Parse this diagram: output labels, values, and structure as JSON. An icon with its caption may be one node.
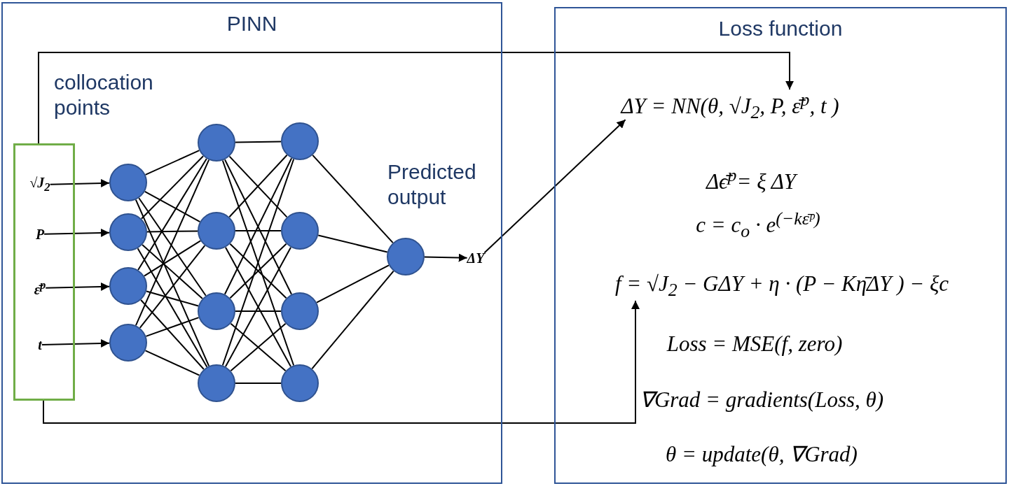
{
  "diagram": {
    "nodes": [
      {
        "text": [
          "PINN"
        ]
      },
      {
        "text": [
          "Loss function"
        ]
      },
      {
        "text": [
          "collocation points"
        ],
        "in": 0
      },
      {
        "text": [
          "√J$_{2}$"
        ],
        "in": 2
      },
      {
        "text": [
          "P"
        ],
        "in": 2
      },
      {
        "text": [
          "ε̄$^{p}$"
        ],
        "in": 2
      },
      {
        "text": [
          "t"
        ],
        "in": 2
      },
      {
        "text": [],
        "shape": "circle",
        "in": 0
      },
      {
        "text": [],
        "shape": "circle",
        "in": 0
      },
      {
        "text": [],
        "shape": "circle",
        "in": 0
      },
      {
        "text": [],
        "shape": "circle",
        "in": 0
      },
      {
        "text": [],
        "shape": "circle",
        "in": 0
      },
      {
        "text": [],
        "shape": "circle",
        "in": 0
      },
      {
        "text": [],
        "shape": "circle",
        "in": 0
      },
      {
        "text": [],
        "shape": "circle",
        "in": 0
      },
      {
        "text": [],
        "shape": "circle",
        "in": 0
      },
      {
        "text": [],
        "shape": "circle",
        "in": 0
      },
      {
        "text": [],
        "shape": "circle",
        "in": 0
      },
      {
        "text": [],
        "shape": "circle",
        "in": 0
      },
      {
        "text": [],
        "shape": "circle",
        "in": 0,
        "beside": [
          "Predicted output"
        ]
      },
      {
        "text": [
          "ΔY"
        ],
        "in": 0
      },
      {
        "text": [
          "ΔY = NN(θ, √J$_{2}$, P, ε̄$^{p}$, t )"
        ],
        "in": 1
      },
      {
        "text": [
          "Δϵ̄$^{p}$= ξ ΔY"
        ],
        "in": 1
      },
      {
        "text": [
          "c = c$_{o}$ · e$^{(−kε̄ᵖ)}$"
        ],
        "in": 1
      },
      {
        "text": [
          "f = √J$_{2}$ − GΔY + η · (P − Kη̄ΔY ) − ξc"
        ],
        "in": 1
      },
      {
        "text": [
          "Loss = MSE(f, zero)"
        ],
        "in": 1
      },
      {
        "text": [
          "∇Grad = gradients(Loss, θ)"
        ],
        "in": 1
      },
      {
        "text": [
          "θ = update(θ, ∇Grad)"
        ],
        "in": 1
      }
    ],
    "edges": [
      {
        "from": 3,
        "to": 7,
        "arrow": "to"
      },
      {
        "from": 4,
        "to": 8,
        "arrow": "to"
      },
      {
        "from": 5,
        "to": 9,
        "arrow": "to"
      },
      {
        "from": 6,
        "to": 10,
        "arrow": "to"
      },
      {
        "from": 7,
        "to": 11,
        "arrow": "none"
      },
      {
        "from": 7,
        "to": 12,
        "arrow": "none"
      },
      {
        "from": 7,
        "to": 13,
        "arrow": "none"
      },
      {
        "from": 7,
        "to": 14,
        "arrow": "none"
      },
      {
        "from": 8,
        "to": 11,
        "arrow": "none"
      },
      {
        "from": 8,
        "to": 12,
        "arrow": "none"
      },
      {
        "from": 8,
        "to": 13,
        "arrow": "none"
      },
      {
        "from": 8,
        "to": 14,
        "arrow": "none"
      },
      {
        "from": 9,
        "to": 11,
        "arrow": "none"
      },
      {
        "from": 9,
        "to": 12,
        "arrow": "none"
      },
      {
        "from": 9,
        "to": 13,
        "arrow": "none"
      },
      {
        "from": 9,
        "to": 14,
        "arrow": "none"
      },
      {
        "from": 10,
        "to": 11,
        "arrow": "none"
      },
      {
        "from": 10,
        "to": 12,
        "arrow": "none"
      },
      {
        "from": 10,
        "to": 13,
        "arrow": "none"
      },
      {
        "from": 10,
        "to": 14,
        "arrow": "none"
      },
      {
        "from": 11,
        "to": 15,
        "arrow": "none"
      },
      {
        "from": 11,
        "to": 16,
        "arrow": "none"
      },
      {
        "from": 11,
        "to": 17,
        "arrow": "none"
      },
      {
        "from": 11,
        "to": 18,
        "arrow": "none"
      },
      {
        "from": 12,
        "to": 15,
        "arrow": "none"
      },
      {
        "from": 12,
        "to": 16,
        "arrow": "none"
      },
      {
        "from": 12,
        "to": 17,
        "arrow": "none"
      },
      {
        "from": 12,
        "to": 18,
        "arrow": "none"
      },
      {
        "from": 13,
        "to": 15,
        "arrow": "none"
      },
      {
        "from": 13,
        "to": 16,
        "arrow": "none"
      },
      {
        "from": 13,
        "to": 17,
        "arrow": "none"
      },
      {
        "from": 13,
        "to": 18,
        "arrow": "none"
      },
      {
        "from": 14,
        "to": 15,
        "arrow": "none"
      },
      {
        "from": 14,
        "to": 16,
        "arrow": "none"
      },
      {
        "from": 14,
        "to": 17,
        "arrow": "none"
      },
      {
        "from": 14,
        "to": 18,
        "arrow": "none"
      },
      {
        "from": 15,
        "to": 19,
        "arrow": "none"
      },
      {
        "from": 16,
        "to": 19,
        "arrow": "none"
      },
      {
        "from": 17,
        "to": 19,
        "arrow": "none"
      },
      {
        "from": 18,
        "to": 19,
        "arrow": "none"
      },
      {
        "from": 19,
        "to": 20,
        "arrow": "to"
      },
      {
        "from": 20,
        "to": 21,
        "arrow": "to"
      },
      {
        "from": 2,
        "to": 21,
        "arrow": "to"
      },
      {
        "from": 2,
        "to": 24,
        "arrow": "to"
      }
    ]
  }
}
